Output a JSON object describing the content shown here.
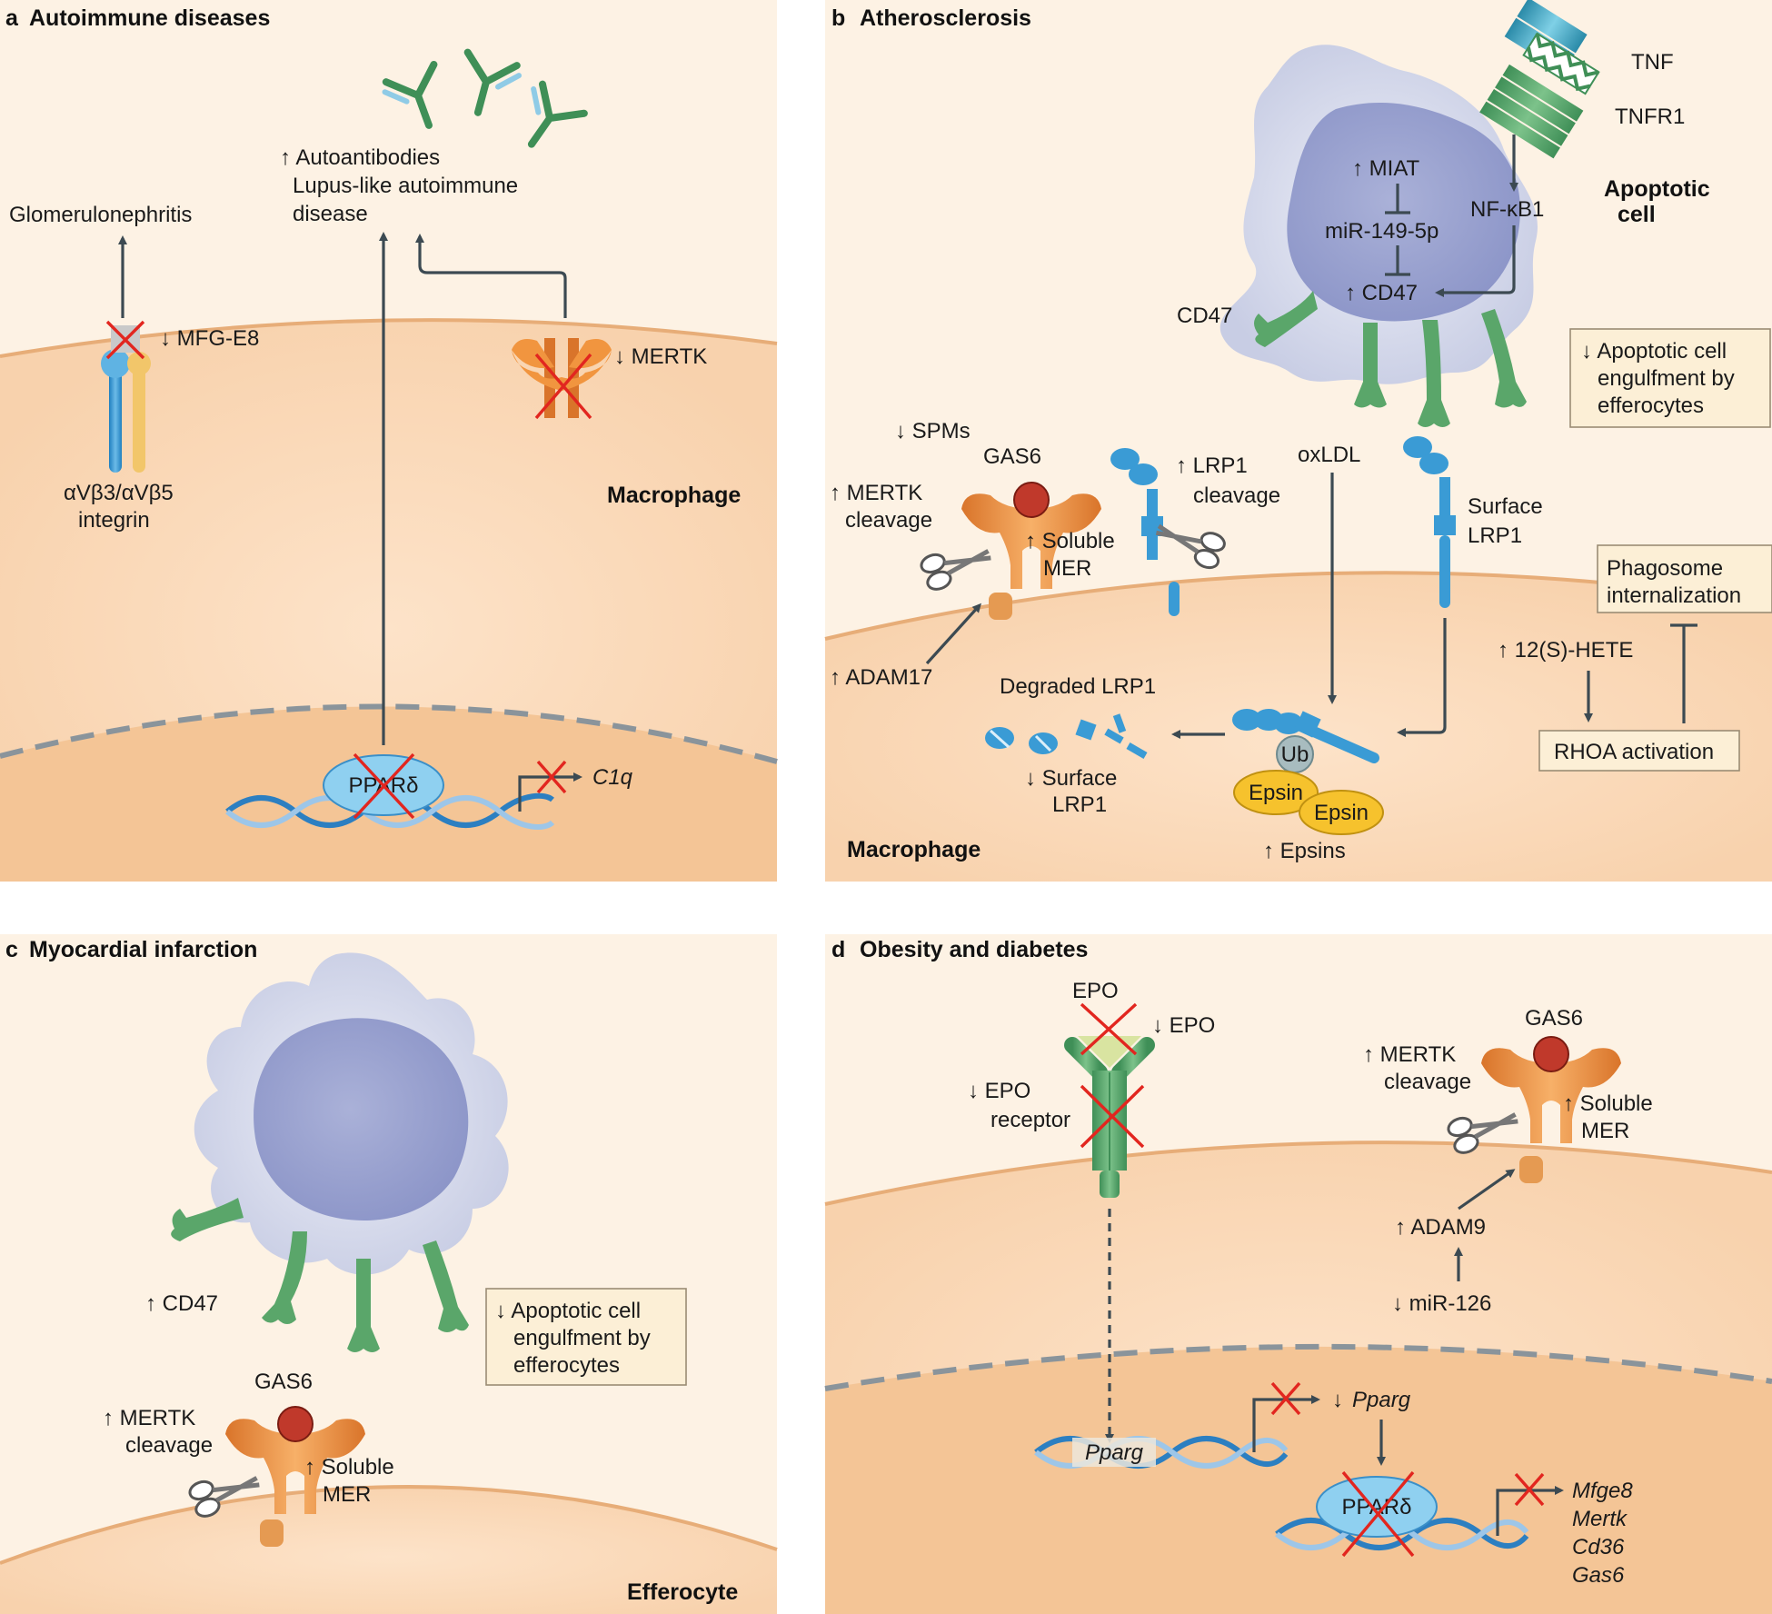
{
  "panels": {
    "a": {
      "letter": "a",
      "title": "Autoimmune diseases",
      "glomerulonephritis": "Glomerulonephritis",
      "mfge8": "↓ MFG-E8",
      "autoantibodies": [
        "↑ Autoantibodies",
        "Lupus-like autoimmune",
        "disease"
      ],
      "mertk": "↓ MERTK",
      "integrin": [
        "αVβ3/αVβ5",
        "integrin"
      ],
      "cell": "Macrophage",
      "ppard": "PPARδ",
      "c1q": "C1q"
    },
    "b": {
      "letter": "b",
      "title": "Atherosclerosis",
      "tnf": "TNF",
      "tnfr1": "TNFR1",
      "miat": "↑ MIAT",
      "mir": "miR-149-5p",
      "nfkb": "NF-κB1",
      "cd47_up": "↑ CD47",
      "apoptotic_cell": [
        "Apoptotic",
        "cell"
      ],
      "cd47": "CD47",
      "engulfment_box": [
        "↓ Apoptotic cell",
        "engulfment by",
        "efferocytes"
      ],
      "spms": "↓ SPMs",
      "gas6": "GAS6",
      "mertk_cleavage": [
        "↑ MERTK",
        "cleavage"
      ],
      "soluble_mer": [
        "↑ Soluble",
        "MER"
      ],
      "lrp1_cleavage": [
        "↑ LRP1",
        "cleavage"
      ],
      "oxldl": "oxLDL",
      "surface_lrp1": [
        "Surface",
        "LRP1"
      ],
      "phagosome_box": [
        "Phagosome",
        "internalization"
      ],
      "adam17": "↑ ADAM17",
      "degraded": "Degraded LRP1",
      "down_surface": [
        "↓ Surface",
        "LRP1"
      ],
      "hete": "↑ 12(S)-HETE",
      "rhoa_box": "RHOA activation",
      "ub": "Ub",
      "epsin": "Epsin",
      "epsins": "↑ Epsins",
      "cell": "Macrophage"
    },
    "c": {
      "letter": "c",
      "title": "Myocardial infarction",
      "cd47": "↑ CD47",
      "engulfment_box": [
        "↓ Apoptotic cell",
        "engulfment by",
        "efferocytes"
      ],
      "gas6": "GAS6",
      "mertk_cleavage": [
        "↑ MERTK",
        "cleavage"
      ],
      "soluble_mer": [
        "↑ Soluble",
        "MER"
      ],
      "cell": "Efferocyte"
    },
    "d": {
      "letter": "d",
      "title": "Obesity and diabetes",
      "epo": "EPO",
      "epo_down": "↓ EPO",
      "epo_receptor": [
        "↓ EPO",
        "receptor"
      ],
      "gas6": "GAS6",
      "mertk_cleavage": [
        "↑ MERTK",
        "cleavage"
      ],
      "soluble_mer": [
        "↑ Soluble",
        "MER"
      ],
      "adam9": "↑ ADAM9",
      "mir126": "↓ miR-126",
      "pparg": "Pparg",
      "pparg_down_prefix": "↓",
      "ppard": "PPARδ",
      "genes": [
        "Mfge8",
        "Mertk",
        "Cd36",
        "Gas6"
      ]
    }
  },
  "colors": {
    "cytoplasm": "#fad9bb",
    "nucleus": "#f4c596",
    "membrane": "#e7ad78",
    "apoptotic_outer": "#d2d6ea",
    "apoptotic_inner": "#9ea6d0",
    "antibody": "#5b9e6a",
    "receptor_orange": "#f1953f",
    "lrp1_blue": "#3a9bd5",
    "epsin": "#f6c22d",
    "red_cross": "#e2261f",
    "dna": "#2c7fc1",
    "box_fill": "#fcefd6"
  }
}
